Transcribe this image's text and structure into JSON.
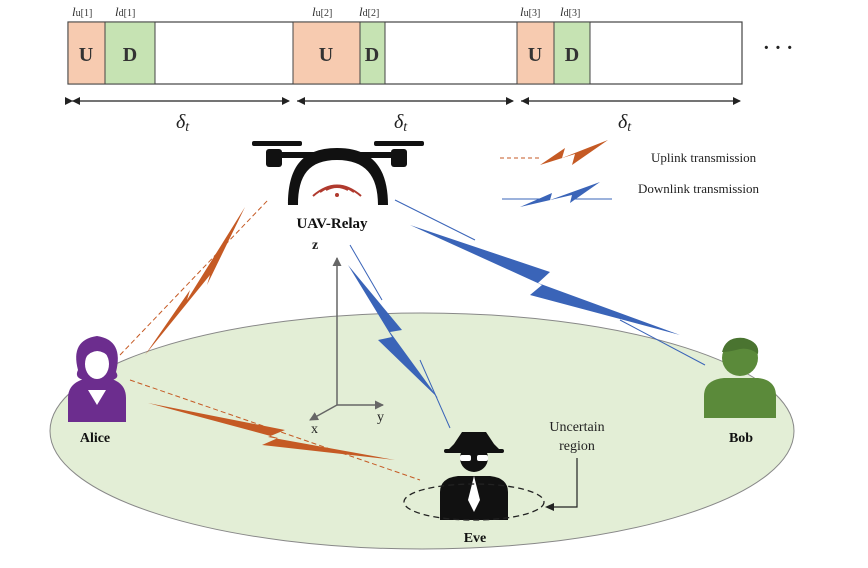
{
  "timeline": {
    "slots": [
      {
        "lu": "l",
        "lu_sub": "u[1]",
        "ld": "l",
        "ld_sub": "d[1]",
        "u": "U",
        "d": "D"
      },
      {
        "lu": "l",
        "lu_sub": "u[2]",
        "ld": "l",
        "ld_sub": "d[2]",
        "u": "U",
        "d": "D"
      },
      {
        "lu": "l",
        "lu_sub": "u[3]",
        "ld": "l",
        "ld_sub": "d[3]",
        "u": "U",
        "d": "D"
      }
    ],
    "ellipsis": "· · ·",
    "delta": "δ",
    "delta_sub": "t"
  },
  "legend": {
    "uplink": "Uplink transmission",
    "downlink": "Downlink transmission"
  },
  "nodes": {
    "uav": "UAV-Relay",
    "alice": "Alice",
    "bob": "Bob",
    "eve": "Eve"
  },
  "axes": {
    "z": "z",
    "x": "x",
    "y": "y"
  },
  "uncertain": {
    "line1": "Uncertain",
    "line2": "region"
  },
  "colors": {
    "uplink": "#c55a24",
    "downlink": "#3a64b8",
    "u_fill": "#f7cbb0",
    "d_fill": "#c6e3b3",
    "ground": "#e3eed6",
    "alice": "#6c2d8e",
    "bob": "#5b8a3a"
  }
}
